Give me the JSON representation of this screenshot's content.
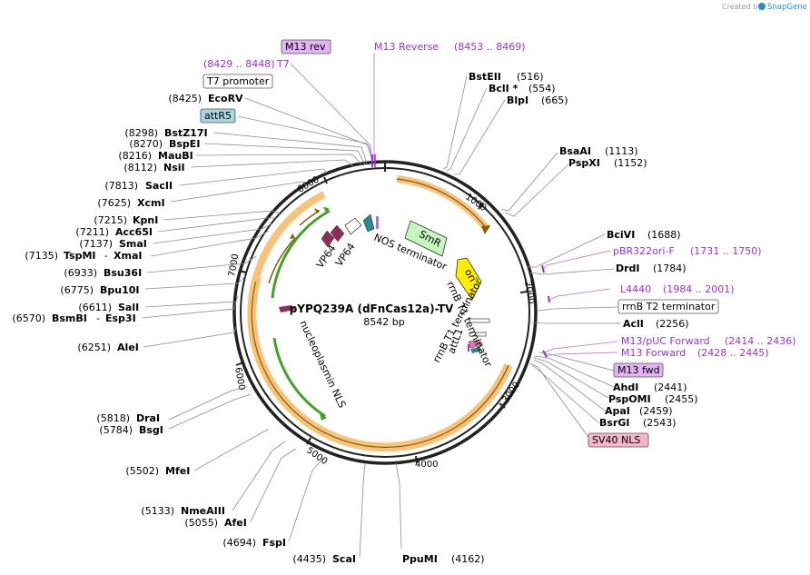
{
  "branding": {
    "text": "Created by",
    "app": "SnapGene"
  },
  "plasmid": {
    "name": "pYPQ239A (dFnCas12a)-TV",
    "size": "8542 bp",
    "length": 8542
  },
  "ticks": [
    "1000",
    "2000",
    "3000",
    "4000",
    "5000",
    "6000",
    "7000",
    "8000"
  ],
  "features": [
    {
      "label": "SmR"
    },
    {
      "label": "ori"
    },
    {
      "label": "NOS terminator"
    },
    {
      "label": "VP64"
    },
    {
      "label": "VP64"
    },
    {
      "label": "rrnB T1 terminator"
    },
    {
      "label": "attL1"
    },
    {
      "label": "nucleoplasmin NLS"
    }
  ],
  "sites_right": [
    {
      "name": "BstEII",
      "pos": "(516)"
    },
    {
      "name": "BclI *",
      "pos": "(554)"
    },
    {
      "name": "BlpI",
      "pos": "(665)"
    },
    {
      "name": "BsaAI",
      "pos": "(1113)"
    },
    {
      "name": "PspXI",
      "pos": "(1152)"
    },
    {
      "name": "BciVI",
      "pos": "(1688)"
    },
    {
      "name": "DrdI",
      "pos": "(1784)"
    },
    {
      "name": "AclI",
      "pos": "(2256)"
    },
    {
      "name": "AhdI",
      "pos": "(2441)"
    },
    {
      "name": "PspOMI",
      "pos": "(2455)"
    },
    {
      "name": "ApaI",
      "pos": "(2459)"
    },
    {
      "name": "BsrGI",
      "pos": "(2543)"
    }
  ],
  "sites_left": [
    {
      "name": "EcoRV",
      "pos": "(8425)"
    },
    {
      "name": "BstZ17I",
      "pos": "(8298)"
    },
    {
      "name": "BspEI",
      "pos": "(8270)"
    },
    {
      "name": "MauBI",
      "pos": "(8216)"
    },
    {
      "name": "NsiI",
      "pos": "(8112)"
    },
    {
      "name": "SacII",
      "pos": "(7813)"
    },
    {
      "name": "XcmI",
      "pos": "(7625)"
    },
    {
      "name": "KpnI",
      "pos": "(7215)"
    },
    {
      "name": "Acc65I",
      "pos": "(7211)"
    },
    {
      "name": "SmaI",
      "pos": "(7137)"
    },
    {
      "name": "TspMI",
      "name2": "XmaI",
      "pos": "(7135)"
    },
    {
      "name": "Bsu36I",
      "pos": "(6933)"
    },
    {
      "name": "Bpu10I",
      "pos": "(6775)"
    },
    {
      "name": "SalI",
      "pos": "(6611)"
    },
    {
      "name": "BsmBI",
      "name2": "Esp3I",
      "pos": "(6570)"
    },
    {
      "name": "AleI",
      "pos": "(6251)"
    },
    {
      "name": "DraI",
      "pos": "(5818)"
    },
    {
      "name": "BsgI",
      "pos": "(5784)"
    },
    {
      "name": "MfeI",
      "pos": "(5502)"
    },
    {
      "name": "NmeAIII",
      "pos": "(5133)"
    },
    {
      "name": "AfeI",
      "pos": "(5055)"
    },
    {
      "name": "FspI",
      "pos": "(4694)"
    },
    {
      "name": "ScaI",
      "pos": "(4435)"
    }
  ],
  "site_bottom": {
    "name": "PpuMI",
    "pos": "(4162)"
  },
  "primers": [
    {
      "name": "M13 Reverse",
      "range": "(8453 .. 8469)"
    },
    {
      "name": "T7",
      "range": "(8429 .. 8448)"
    },
    {
      "name": "pBR322ori-F",
      "range": "(1731 .. 1750)"
    },
    {
      "name": "L4440",
      "range": "(1984 .. 2001)"
    },
    {
      "name": "M13/pUC Forward",
      "range": "(2414 .. 2436)"
    },
    {
      "name": "M13 Forward",
      "range": "(2428 .. 2445)"
    }
  ],
  "boxes": [
    {
      "label": "M13 rev",
      "fill": "#e3b4f5"
    },
    {
      "label": "T7 promoter",
      "fill": "#ffffff"
    },
    {
      "label": "attR5",
      "fill": "#a8d6e0"
    },
    {
      "label": "rrnB T2 terminator",
      "fill": "#ffffff"
    },
    {
      "label": "M13 fwd",
      "fill": "#e3b4f5"
    },
    {
      "label": "SV40 NLS",
      "fill": "#f4b6c8"
    }
  ],
  "colors": {
    "backbone": "#222222",
    "orf": "#f7c27a",
    "orf_arrow": "#8a5a00",
    "green_arrow": "#44a02a",
    "smr": "#c6f5c0",
    "ori": "#ffee00",
    "vp64": "#8c2d5a",
    "primer": "#9b30d9"
  }
}
